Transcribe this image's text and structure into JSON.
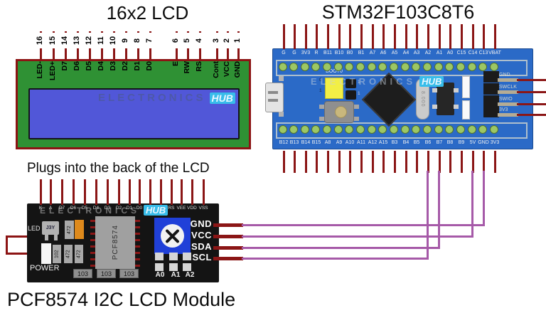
{
  "titles": {
    "lcd": "16x2 LCD",
    "stm32": "STM32F103C8T6",
    "i2c_caption": "Plugs into the back of the LCD",
    "i2c_module": "PCF8574 I2C LCD Module"
  },
  "watermark": {
    "brand": "ELECTRONICS",
    "hub": "HUB"
  },
  "lcd": {
    "pins": [
      {
        "num": "16",
        "label": "LED-"
      },
      {
        "num": "15",
        "label": "LED+"
      },
      {
        "num": "14",
        "label": "D7"
      },
      {
        "num": "13",
        "label": "D6"
      },
      {
        "num": "12",
        "label": "D5"
      },
      {
        "num": "11",
        "label": "D4"
      },
      {
        "num": "10",
        "label": "D3"
      },
      {
        "num": "9",
        "label": "D2"
      },
      {
        "num": "8",
        "label": "D1"
      },
      {
        "num": "7",
        "label": "D0"
      },
      {
        "num": "6",
        "label": "E"
      },
      {
        "num": "5",
        "label": "RW"
      },
      {
        "num": "4",
        "label": "RS"
      },
      {
        "num": "3",
        "label": "Cont"
      },
      {
        "num": "2",
        "label": "VCC"
      },
      {
        "num": "1",
        "label": "GND"
      }
    ]
  },
  "stm32": {
    "top_pins": [
      "G",
      "G",
      "3V3",
      "R",
      "B11",
      "B10",
      "B0",
      "B1",
      "A7",
      "A6",
      "A5",
      "A4",
      "A3",
      "A2",
      "A1",
      "A0",
      "C15",
      "C14",
      "C13",
      "VBAT"
    ],
    "bottom_pins": [
      "B12",
      "B13",
      "B14",
      "B15",
      "A8",
      "A9",
      "A10",
      "A11",
      "A12",
      "A15",
      "B3",
      "B4",
      "B5",
      "B6",
      "B7",
      "B8",
      "B9",
      "5V",
      "GND",
      "3V3"
    ],
    "debug_header": [
      "GND",
      "SWCLK",
      "SWIO",
      "3V3"
    ],
    "boot_jumper": {
      "label": "BOOT0",
      "marks": [
        "0",
        "1",
        "1",
        "1"
      ]
    },
    "crystal": "8.000"
  },
  "i2c": {
    "top_pins": [
      "K",
      "A",
      "D7",
      "D6",
      "D5",
      "D4",
      "D3",
      "D2",
      "D1",
      "D0",
      "E",
      "RW",
      "RS",
      "VEE",
      "VDD",
      "VSS"
    ],
    "right_pins": [
      "GND",
      "VCC",
      "SDA",
      "SCL"
    ],
    "chip": "PCF8574",
    "labels": {
      "led": "LED",
      "power": "POWER",
      "transistor": "J3Y"
    },
    "resistors": [
      "472",
      "102",
      "472",
      "472"
    ],
    "smd_caps": [
      "103",
      "103",
      "103"
    ],
    "address_pads": [
      "A0",
      "A1",
      "A2"
    ]
  },
  "connections": [
    {
      "i2c_pin": "GND",
      "stm32_pin": "GND"
    },
    {
      "i2c_pin": "VCC",
      "stm32_pin": "5V"
    },
    {
      "i2c_pin": "SDA",
      "stm32_pin": "B7"
    },
    {
      "i2c_pin": "SCL",
      "stm32_pin": "B6"
    }
  ],
  "colors": {
    "wire": "#8b1616",
    "i2c_wire": "#a65aa8",
    "lcd_board": "#2f9134",
    "lcd_screen": "#5157d8",
    "stm32_board": "#2b6ac7",
    "i2c_board": "#141414",
    "hub_badge": "#38bdea"
  }
}
